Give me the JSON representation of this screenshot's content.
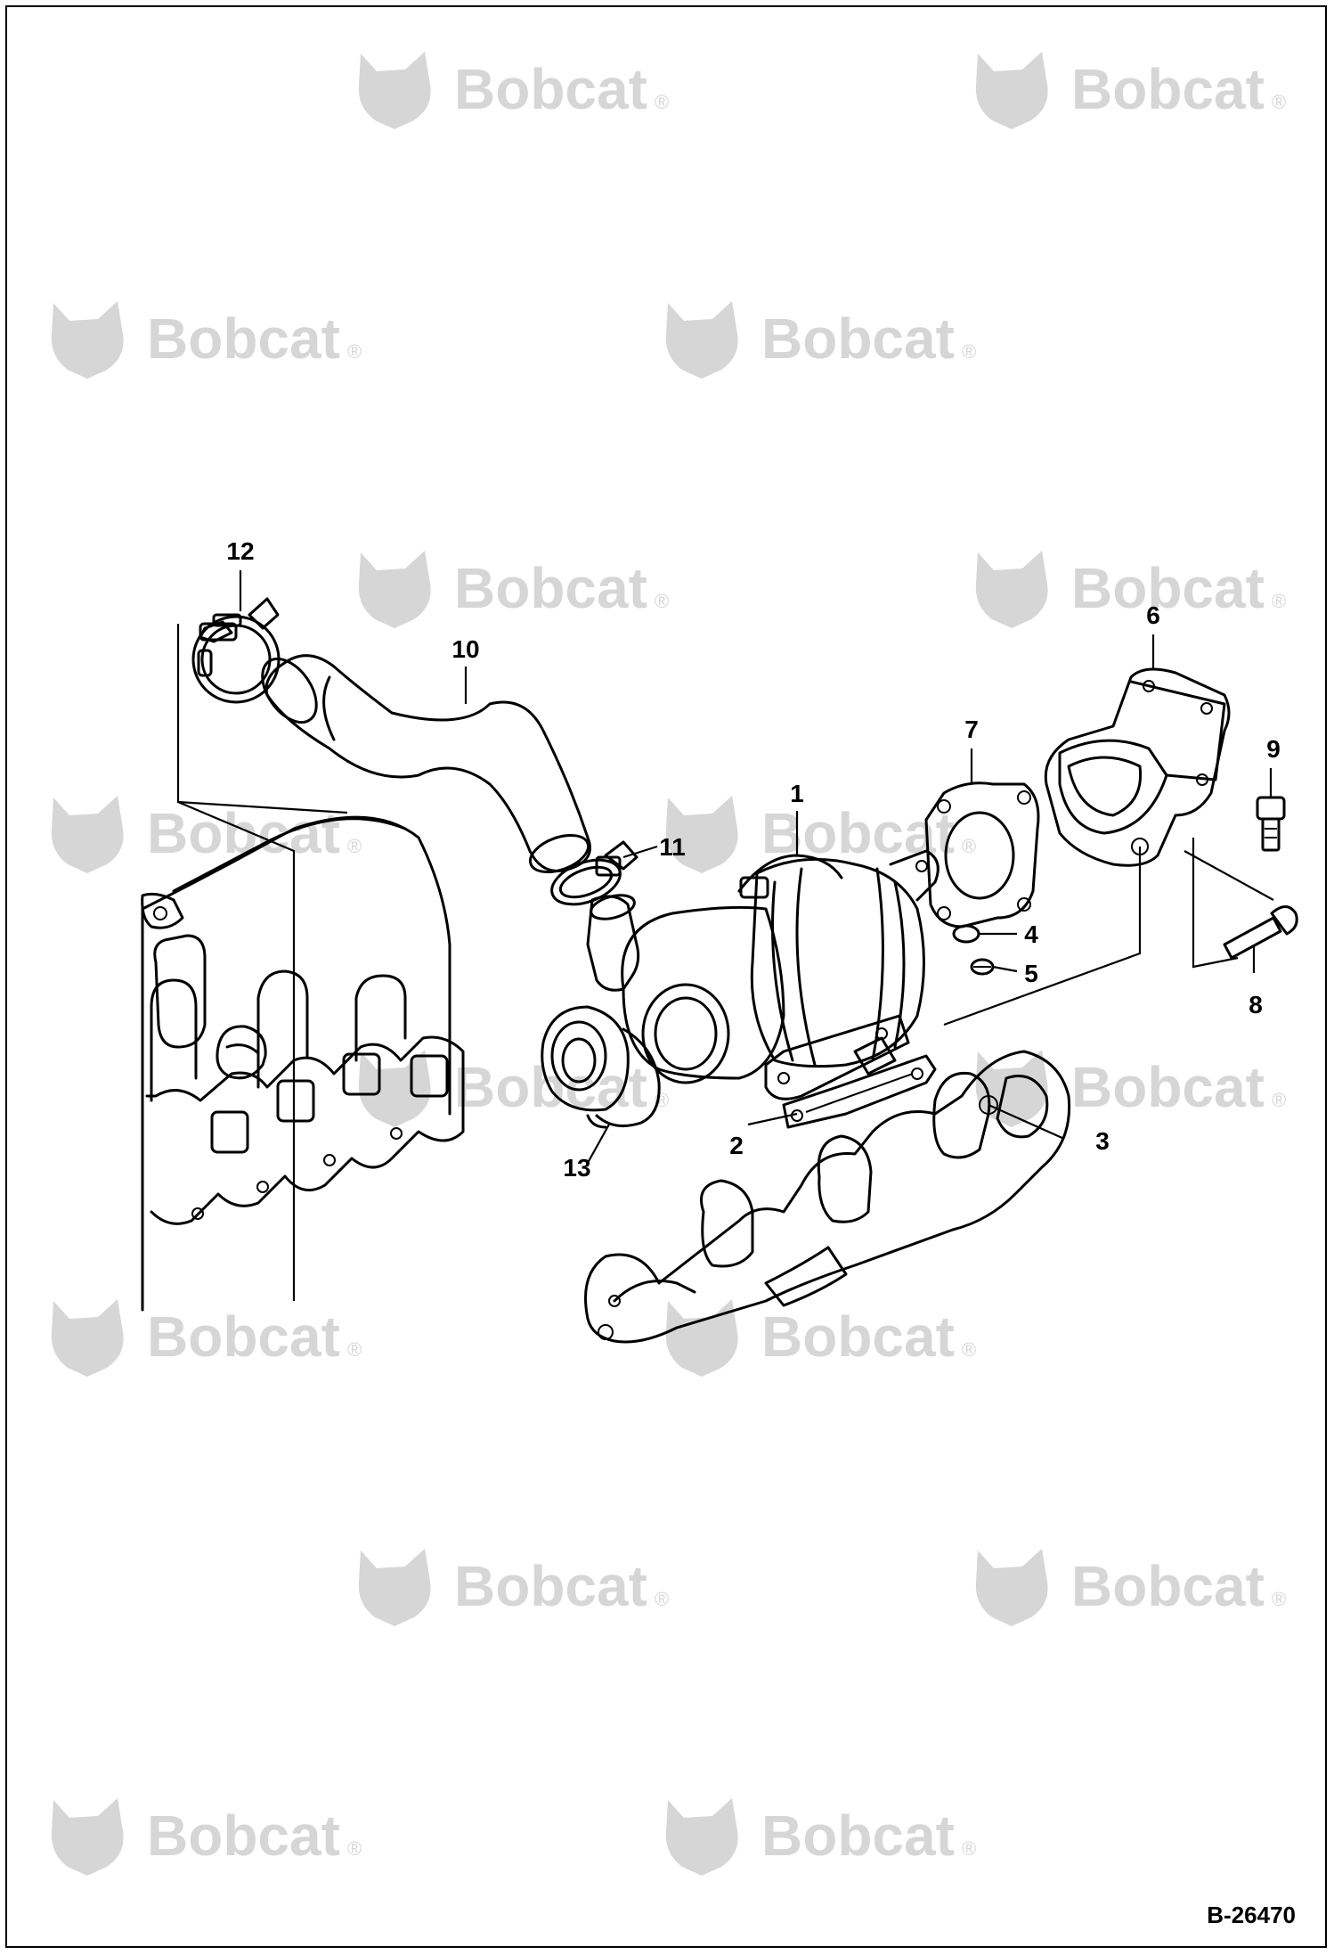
{
  "figure": {
    "reference": "B-26470",
    "watermark_brand": "Bobcat",
    "watermark_mark": "®"
  },
  "callouts": [
    {
      "id": "1",
      "label": "1"
    },
    {
      "id": "2",
      "label": "2"
    },
    {
      "id": "3",
      "label": "3"
    },
    {
      "id": "4",
      "label": "4"
    },
    {
      "id": "5",
      "label": "5"
    },
    {
      "id": "6",
      "label": "6"
    },
    {
      "id": "7",
      "label": "7"
    },
    {
      "id": "8",
      "label": "8"
    },
    {
      "id": "9",
      "label": "9"
    },
    {
      "id": "10",
      "label": "10"
    },
    {
      "id": "11",
      "label": "11"
    },
    {
      "id": "12",
      "label": "12"
    },
    {
      "id": "13",
      "label": "13"
    }
  ],
  "colors": {
    "line": "#000000",
    "watermark": "#d6d6d6",
    "background": "#ffffff"
  }
}
